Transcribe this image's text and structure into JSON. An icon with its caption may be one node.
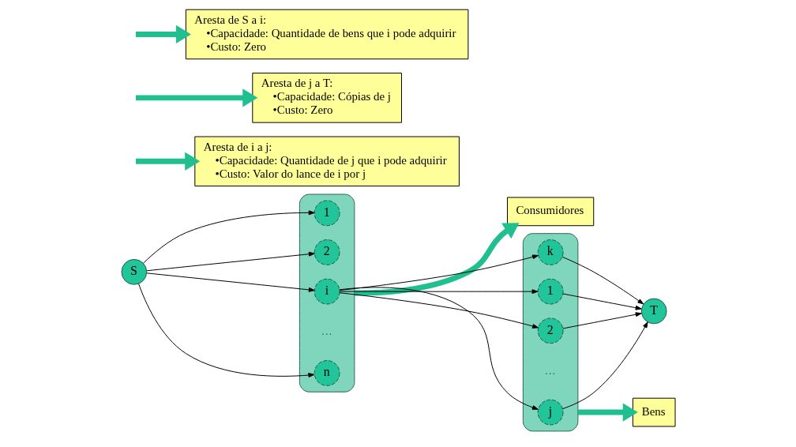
{
  "diagram": {
    "nodes": [
      {
        "text": [
          "Consumidores"
        ]
      },
      {
        "text": [
          "Aresta de i a j:",
          "•Capacidade: Quantidade de j que i pode adquirir",
          "•Custo: Valor do lance de i por j"
        ]
      },
      {
        "text": [],
        "shape": "ellipse"
      },
      {
        "text": [
          "1"
        ],
        "in": 2
      },
      {
        "text": [
          "2"
        ],
        "in": 2
      },
      {
        "text": [
          "i"
        ],
        "in": 2
      },
      {
        "text": [
          "…"
        ],
        "in": 2
      },
      {
        "text": [
          "n"
        ],
        "in": 2
      },
      {
        "text": [],
        "shape": "ellipse"
      },
      {
        "text": [
          "1"
        ],
        "in": 8
      },
      {
        "text": [
          "2"
        ],
        "in": 8
      },
      {
        "text": [
          "j"
        ],
        "in": 8
      },
      {
        "text": [
          "…"
        ],
        "in": 8
      },
      {
        "text": [
          "k"
        ],
        "in": 8
      },
      {
        "text": [
          "Aresta de j a T:",
          "•Capacidade: Cópias de j",
          "•Custo: Zero"
        ]
      },
      {
        "text": [
          "S"
        ]
      },
      {
        "text": [
          "T"
        ]
      },
      {
        "text": [
          "Bens"
        ]
      },
      {
        "text": [
          "Aresta de S a i:",
          "•Capacidade: Quantidade de bens que i pode adquirir",
          "•Custo: Zero"
        ]
      }
    ],
    "edges": [
      {
        "from": 15,
        "to": 3,
        "arrow": "to"
      },
      {
        "from": 15,
        "to": 4,
        "arrow": "to"
      },
      {
        "from": 15,
        "to": 5,
        "arrow": "to"
      },
      {
        "from": 15,
        "to": 7,
        "arrow": "to"
      },
      {
        "from": 5,
        "to": 9,
        "arrow": "to"
      },
      {
        "from": 5,
        "to": 10,
        "arrow": "to"
      },
      {
        "from": 5,
        "to": 11,
        "arrow": "to"
      },
      {
        "from": 5,
        "to": 13,
        "arrow": "to"
      },
      {
        "from": 9,
        "to": 16,
        "arrow": "to"
      },
      {
        "from": 10,
        "to": 16,
        "arrow": "to"
      },
      {
        "from": 11,
        "to": 16,
        "arrow": "to"
      },
      {
        "from": 13,
        "to": 16,
        "arrow": "to"
      },
      {
        "from": 2,
        "to": 0,
        "arrow": "to",
        "style": "thick",
        "color": "#1fbf8f"
      },
      {
        "from": null,
        "to": 1,
        "arrow": "to",
        "style": "thick",
        "color": "#1fbf8f"
      },
      {
        "from": null,
        "to": 14,
        "arrow": "to",
        "style": "thick",
        "color": "#1fbf8f"
      },
      {
        "from": 8,
        "to": 17,
        "arrow": "to",
        "style": "thick",
        "color": "#1fbf8f"
      },
      {
        "from": null,
        "to": 18,
        "arrow": "to",
        "style": "thick",
        "color": "#1fbf8f"
      }
    ]
  }
}
